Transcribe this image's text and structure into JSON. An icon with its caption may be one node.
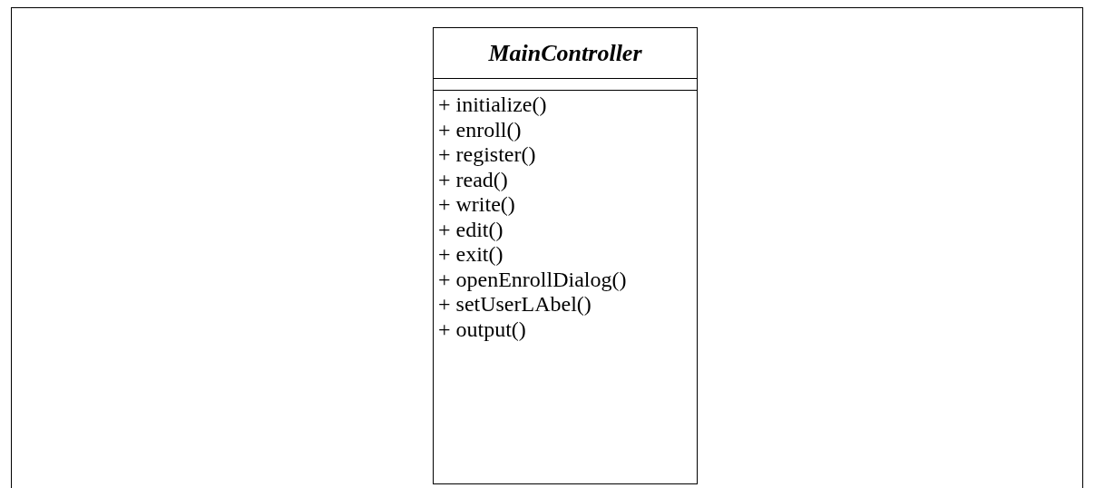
{
  "diagram": {
    "nodes": [
      {
        "text": [
          "MainController",
          "+ initialize()",
          "+ enroll()",
          "+ register()",
          "+ read()",
          "+ write()",
          "+ edit()",
          "+ exit()",
          "+ openEnrollDialog()",
          "+ setUserLAbel()",
          "+ output()"
        ]
      }
    ]
  }
}
